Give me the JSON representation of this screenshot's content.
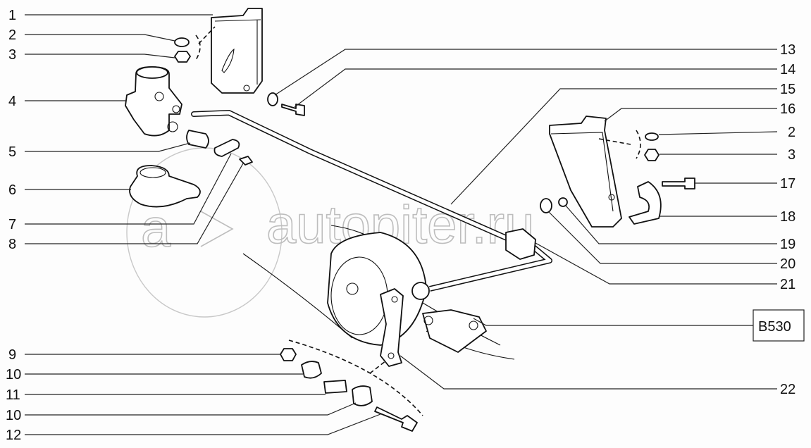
{
  "diagram": {
    "code": "B530",
    "watermark": "autopiter.ru",
    "left_callouts": [
      "1",
      "2",
      "3",
      "4",
      "5",
      "6",
      "7",
      "8",
      "9",
      "10",
      "11",
      "10",
      "12"
    ],
    "right_callouts": [
      "13",
      "14",
      "15",
      "16",
      "2",
      "3",
      "17",
      "18",
      "19",
      "20",
      "21",
      "22"
    ]
  }
}
